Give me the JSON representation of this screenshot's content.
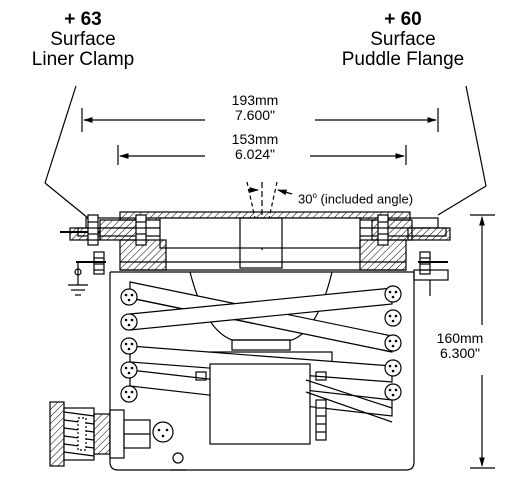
{
  "callouts": {
    "left": {
      "code": "+ 63",
      "line1": "Surface",
      "line2": "Liner Clamp"
    },
    "right": {
      "code": "+ 60",
      "line1": "Surface",
      "line2": "Puddle Flange"
    }
  },
  "dimensions": {
    "outer_width": {
      "mm": "193mm",
      "inch": "7.600\""
    },
    "inner_width": {
      "mm": "153mm",
      "inch": "6.024\""
    },
    "angle": {
      "text": "30 (included angle)",
      "degree": "o"
    },
    "height": {
      "mm": "160mm",
      "inch": "6.300\""
    }
  }
}
